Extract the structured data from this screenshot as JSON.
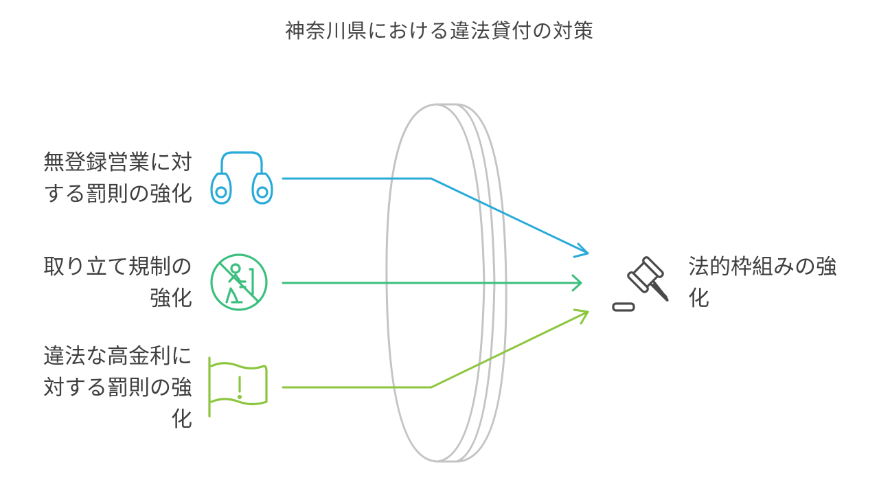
{
  "title": "神奈川県における違法貸付の対策",
  "inputs": [
    {
      "label": "無登録営業に対する罰則の強化",
      "line1": "無登録営業に対",
      "line2": "する罰則の強化",
      "icon": "handcuffs-icon",
      "color": "#29abd9"
    },
    {
      "label": "取り立て規制の強化",
      "line1": "取り立て規制の",
      "line2": "強化",
      "icon": "no-harassment-icon",
      "color": "#3cbf7e"
    },
    {
      "label": "違法な高金利に対する罰則の強化",
      "line1": "違法な高金利に",
      "line2": "対する罰則の強",
      "line3": "化",
      "icon": "warning-flag-icon",
      "color": "#8cc63f"
    }
  ],
  "lens": {
    "color": "#c4c4c4"
  },
  "output": {
    "label": "法的枠組みの強化",
    "line1": "法的枠組みの強",
    "line2": "化",
    "icon": "gavel-icon",
    "color": "#4a4a4a"
  }
}
